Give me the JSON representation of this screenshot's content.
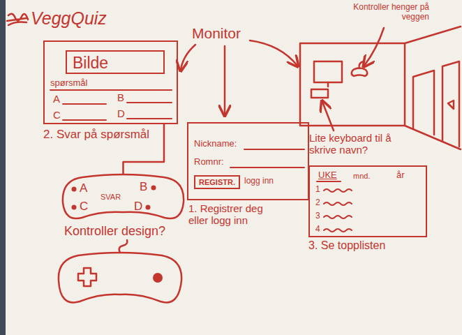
{
  "diagram": {
    "title": "VeggQuiz",
    "nodes": [
      {
        "text": [
          "spørsmål",
          "A",
          "B",
          "C",
          "D"
        ]
      },
      {
        "text": [
          "Bilde"
        ],
        "in": 0
      },
      {
        "text": [
          "Nickname:",
          "Romnr:",
          "logg inn"
        ]
      },
      {
        "text": [
          "REGISTR."
        ],
        "in": 2
      },
      {
        "text": [
          "UKE",
          "mnd.",
          "år",
          "1",
          "2",
          "3",
          "4"
        ]
      },
      {
        "text": [
          "A",
          "B",
          "SVAR",
          "C",
          "D"
        ]
      }
    ],
    "edges": [
      {
        "from": 0,
        "to": 5,
        "arrow": "none"
      }
    ],
    "labels": [
      "Monitor",
      "Kontroller henger på veggen",
      "2. Svar på spørsmål",
      "Lite keyboard til å skrive navn?",
      "1. Registrer deg eller logg inn",
      "Kontroller design?",
      "3. Se topplisten"
    ]
  }
}
